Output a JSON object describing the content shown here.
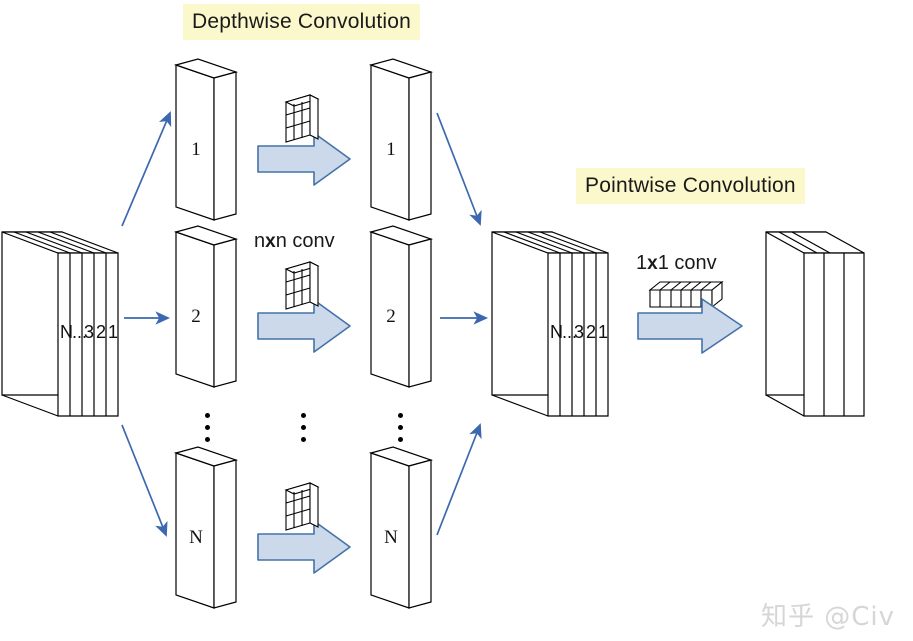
{
  "figure": {
    "title_depthwise": "Depthwise Convolution",
    "title_pointwise": "Pointwise Convolution",
    "label_nxn": "n",
    "label_nxn_x": "x",
    "label_nxn_tail": "n conv",
    "label_1x1": "1",
    "label_1x1_x": "x",
    "label_1x1_tail": "1 conv",
    "watermark": "知乎 @Civ"
  },
  "colors": {
    "highlight": "#fbf8cc",
    "arrow_fill": "#ccd9ea",
    "arrow_stroke": "#4472a8",
    "connector": "#3b68af",
    "outline": "#000000",
    "watermark": "#d6d6d6"
  },
  "input_cube": {
    "name": "input-feature-map",
    "slice_labels": [
      "N",
      "...",
      "3",
      "2",
      "1"
    ]
  },
  "concat_cube": {
    "name": "depthwise-output-stack",
    "slice_labels": [
      "N",
      "...",
      "3",
      "2",
      "1"
    ]
  },
  "output_cube": {
    "name": "pointwise-output",
    "slice_labels": [
      "",
      "",
      ""
    ]
  },
  "channels": [
    {
      "input_label": "1",
      "output_label": "1",
      "kernel": "3x3-kernel"
    },
    {
      "input_label": "2",
      "output_label": "2",
      "kernel": "3x3-kernel"
    },
    {
      "input_label": "N",
      "output_label": "N",
      "kernel": "3x3-kernel"
    }
  ],
  "ellipses": [
    "vertical-ellipsis",
    "vertical-ellipsis",
    "vertical-ellipsis"
  ]
}
